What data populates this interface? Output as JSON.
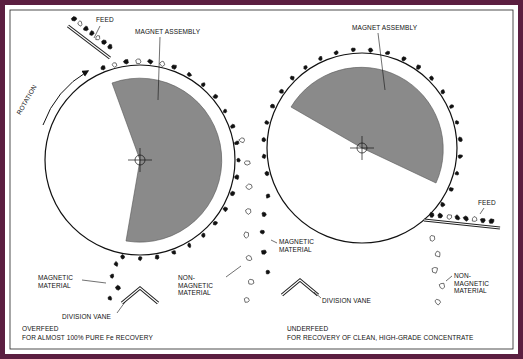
{
  "diagram": {
    "labels": [
      "FEED",
      "MAGNET ASSEMBLY",
      "ROTATION",
      "MAGNETIC MATERIAL",
      "NON-MAGNETIC MATERIAL",
      "DIVISION VANE",
      "OVERFEED",
      "FOR ALMOST 100% PURE Fe RECOVERY",
      "MAGNET ASSEMBLY",
      "FEED",
      "MAGNETIC MATERIAL",
      "NON-MAGNETIC MATERIAL",
      "DIVISION VANE",
      "UNDERFEED",
      "FOR RECOVERY OF CLEAN, HIGH-GRADE CONCENTRATE"
    ]
  }
}
